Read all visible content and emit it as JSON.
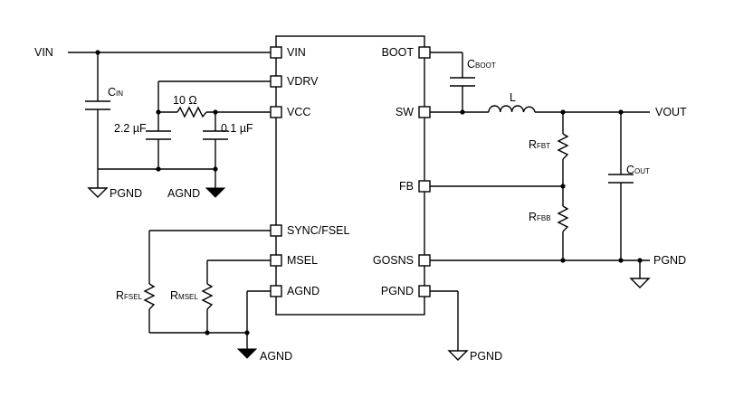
{
  "ic_pins": {
    "vin": "VIN",
    "vdrv": "VDRV",
    "vcc": "VCC",
    "sync_fsel": "SYNC/FSEL",
    "msel": "MSEL",
    "agnd": "AGND",
    "boot": "BOOT",
    "sw": "SW",
    "fb": "FB",
    "gosns": "GOSNS",
    "pgnd": "PGND"
  },
  "nets": {
    "vin": "VIN",
    "vout": "VOUT",
    "pgnd": "PGND",
    "agnd": "AGND"
  },
  "components": {
    "cin": {
      "main": "C",
      "sub": "IN"
    },
    "c_vcc_in": "2.2 µF",
    "r_vcc": "10 Ω",
    "c_vcc": "0.1 µF",
    "cboot": {
      "main": "C",
      "sub": "BOOT"
    },
    "inductor": "L",
    "rfbt": {
      "main": "R",
      "sub": "FBT"
    },
    "rfbb": {
      "main": "R",
      "sub": "FBB"
    },
    "cout": {
      "main": "C",
      "sub": "OUT"
    },
    "rfsel": {
      "main": "R",
      "sub": "FSEL"
    },
    "rmsel": {
      "main": "R",
      "sub": "MSEL"
    }
  }
}
